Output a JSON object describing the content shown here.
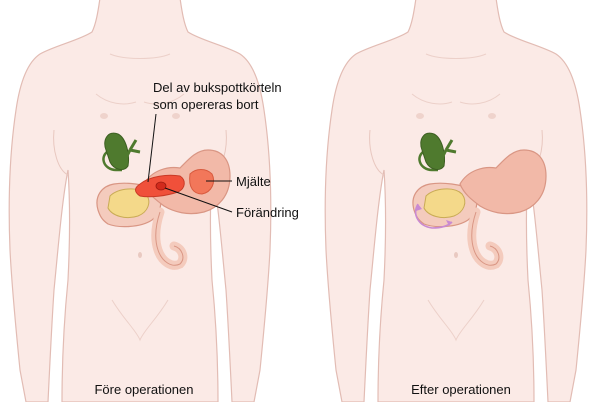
{
  "panels": [
    {
      "caption": "Före operationen",
      "labels": {
        "pancreas_part_line1": "Del av bukspottkörteln",
        "pancreas_part_line2": "som opereras bort",
        "spleen": "Mjälte",
        "lesion": "Förändring"
      }
    },
    {
      "caption": "Efter operationen"
    }
  ],
  "colors": {
    "skin": "#fbeae6",
    "skin_outline": "#e2bcb4",
    "stomach": "#f2b9a8",
    "stomach_outline": "#d99684",
    "intestine": "#f4cbbd",
    "liver_yellow": "#f4d98a",
    "gallbladder": "#4f7a2e",
    "pancreas_removed": "#f0503a",
    "spleen": "#f2775a",
    "lesion": "#d22a1c",
    "anastomosis_arrow": "#c98ad2"
  }
}
